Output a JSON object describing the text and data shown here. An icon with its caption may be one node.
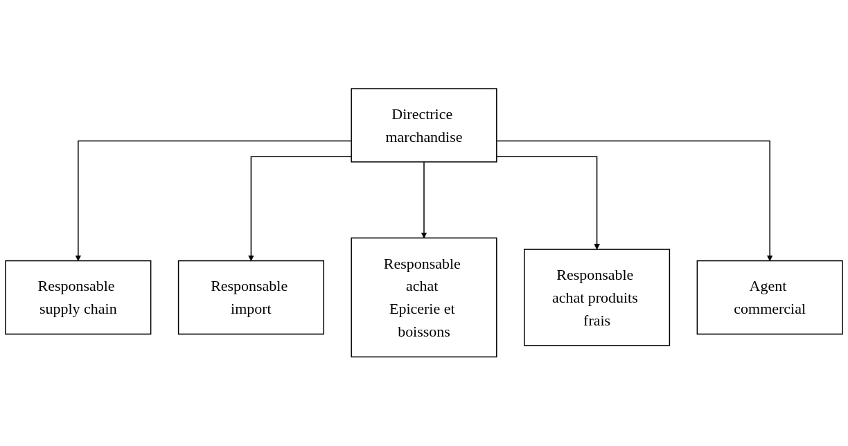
{
  "diagram": {
    "nodes": [
      {
        "text": [
          "Directrice marchandise"
        ]
      },
      {
        "text": [
          "Responsable supply chain"
        ]
      },
      {
        "text": [
          "Responsable import"
        ]
      },
      {
        "text": [
          "Responsable achat Epicerie et boissons"
        ]
      },
      {
        "text": [
          "Responsable achat produits frais"
        ]
      },
      {
        "text": [
          "Agent commercial"
        ]
      }
    ],
    "edges": [
      {
        "from": 0,
        "to": 1,
        "arrow": "to"
      },
      {
        "from": 0,
        "to": 2,
        "arrow": "to"
      },
      {
        "from": 0,
        "to": 3,
        "arrow": "to"
      },
      {
        "from": 0,
        "to": 4,
        "arrow": "to"
      },
      {
        "from": 0,
        "to": 5,
        "arrow": "to"
      }
    ]
  }
}
